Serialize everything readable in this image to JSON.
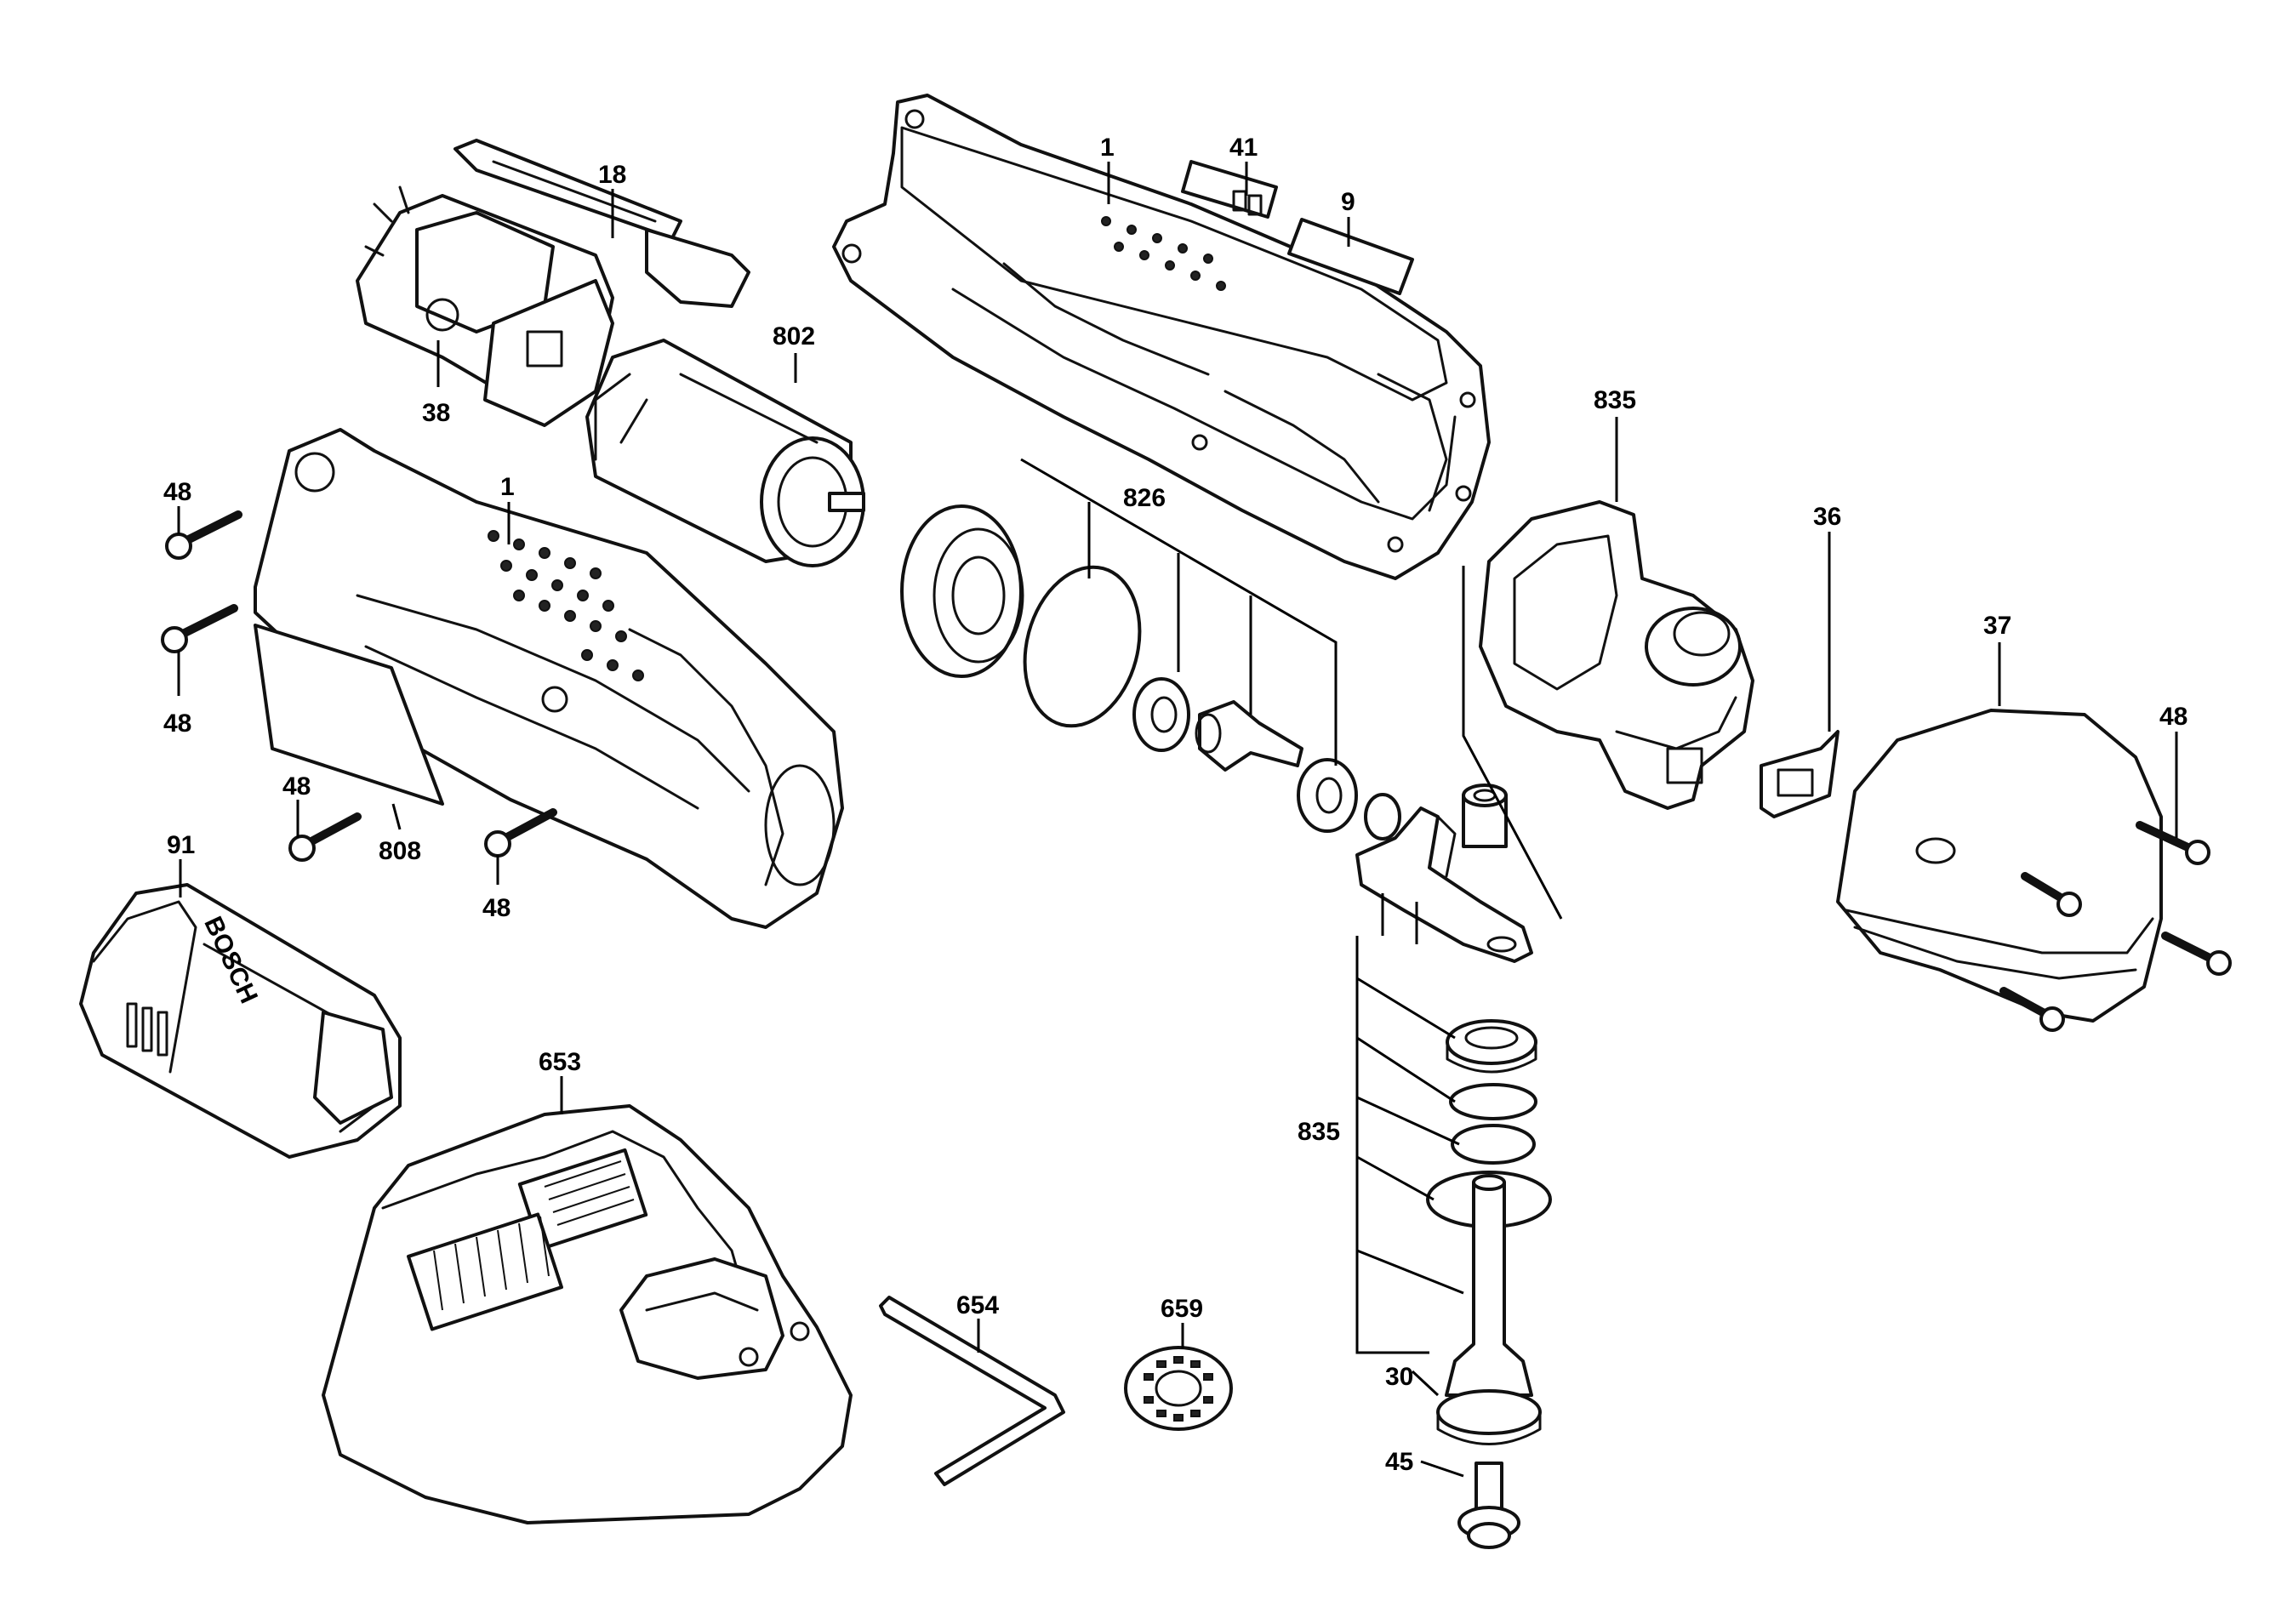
{
  "callouts": {
    "c1_top": "1",
    "c41": "41",
    "c9": "9",
    "c18": "18",
    "c802": "802",
    "c38": "38",
    "c835_top": "835",
    "c36": "36",
    "c37": "37",
    "c48_r": "48",
    "c826": "826",
    "c1_left": "1",
    "c48_a": "48",
    "c48_b": "48",
    "c48_c": "48",
    "c48_d": "48",
    "c808": "808",
    "c91": "91",
    "c653": "653",
    "c654": "654",
    "c659": "659",
    "c835_mid": "835",
    "c30": "30",
    "c45": "45"
  },
  "battery_brand": "BOSCH"
}
